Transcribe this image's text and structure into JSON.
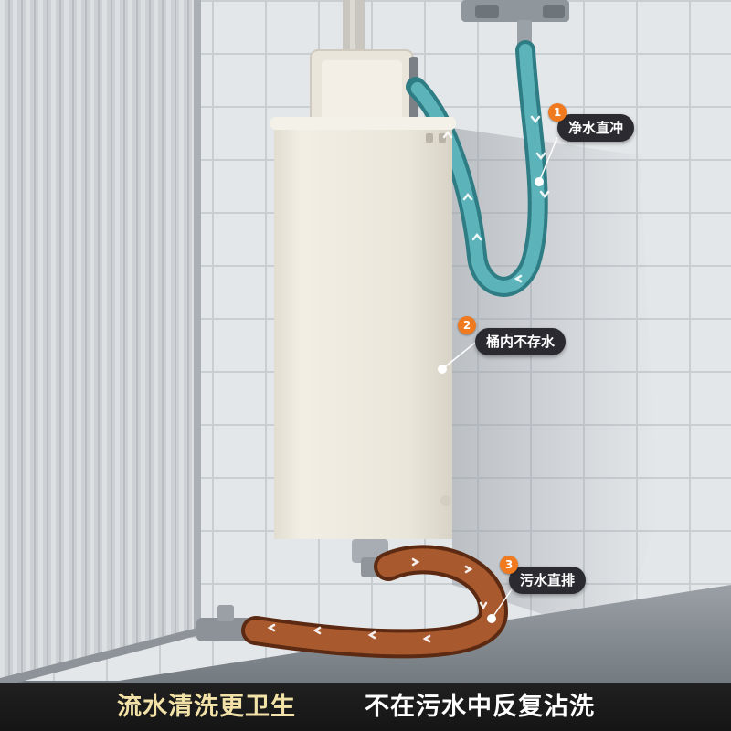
{
  "callouts": [
    {
      "number": "1",
      "text": "净水直冲"
    },
    {
      "number": "2",
      "text": "桶内不存水"
    },
    {
      "number": "3",
      "text": "污水直排"
    }
  ],
  "bottom_banner": {
    "left_text": "流水清洗更卫生",
    "right_text": "不在污水中反复沾洗"
  },
  "colors": {
    "accent_badge": "#f07a20",
    "label_background": "#2a2a30",
    "left_text_color": "#f3e2a8",
    "clean_hose": "#3f9aa2",
    "dirty_hose": "#7a3a1c",
    "bucket": "#ece8dc"
  }
}
